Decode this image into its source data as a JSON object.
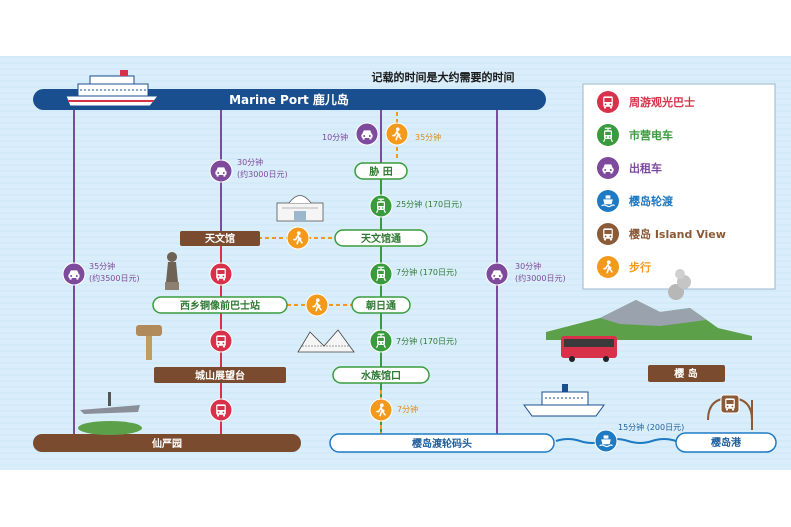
{
  "header": {
    "note": "记载的时间是大约需要的时间",
    "port": "Marine Port 鹿儿岛"
  },
  "legend": [
    {
      "name": "周游观光巴士",
      "icon": "bus-icon",
      "color": "#d7324a"
    },
    {
      "name": "市营电车",
      "icon": "tram-icon",
      "color": "#3a9b3e"
    },
    {
      "name": "出租车",
      "icon": "taxi-icon",
      "color": "#7e4a9c"
    },
    {
      "name": "樱岛轮渡",
      "icon": "ferry-icon",
      "color": "#1f7ac4"
    },
    {
      "name": "樱岛 Island View",
      "icon": "bus-icon",
      "color": "#8b5a37"
    },
    {
      "name": "步行",
      "icon": "walk-icon",
      "color": "#f39a1c"
    }
  ],
  "stations": {
    "izuro": "胁 田",
    "tenmonkan": "天文馆",
    "tenmonkan_dori": "天文馆通",
    "saigo": "西乡铜像前巴士站",
    "asahi_dori": "朝日通",
    "shiroyama": "城山展望台",
    "suizokukan": "水族馆口",
    "senganen": "仙严园",
    "ferry_terminal": "樱岛渡轮码头",
    "sakurajima": "樱 岛",
    "sakurajima_port": "樱岛港"
  },
  "durations": {
    "taxi_10": "10分钟",
    "walk_35": "35分钟",
    "taxi_30_a": "30分钟",
    "taxi_30_a_fare": "(约3000日元)",
    "tram_25": "25分钟 (170日元)",
    "taxi_35": "35分钟",
    "taxi_35_fare": "(约3500日元)",
    "tram_7_a": "7分钟 (170日元)",
    "taxi_30_b": "30分钟",
    "taxi_30_b_fare": "(约3000日元)",
    "tram_7_b": "7分钟 (170日元)",
    "walk_7": "7分钟",
    "ferry_15": "15分钟 (200日元)"
  },
  "taxi_label": "TAXI",
  "colors": {
    "sky": "#d9eefa",
    "navy": "#1a4f8f",
    "purple": "#7e4a9c",
    "green": "#3a9b3e",
    "red": "#d7324a",
    "orange": "#f39a1c",
    "blue": "#1f7ac4",
    "brown": "#8b5a37",
    "label_brown": "#7a4b2e"
  }
}
